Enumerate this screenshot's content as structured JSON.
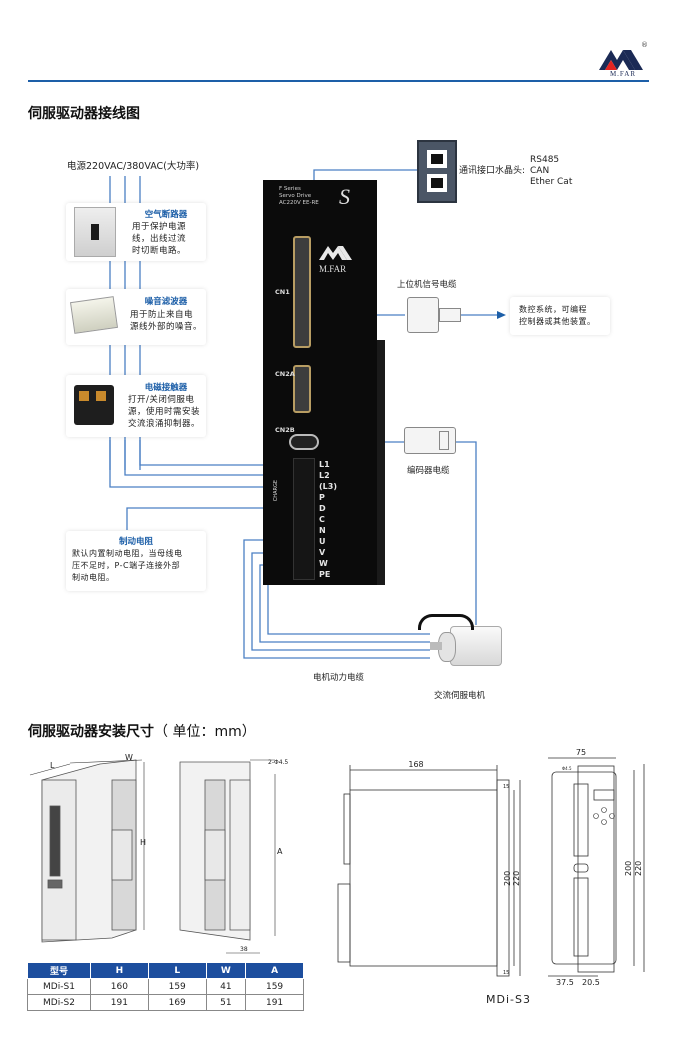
{
  "brand": {
    "name": "M.FAR",
    "registered": "®"
  },
  "colors": {
    "accent": "#1d5fa8",
    "table_header": "#1d4e9e",
    "logo_red": "#e32421",
    "logo_navy": "#1b2a55"
  },
  "wiring": {
    "title": "伺服驱动器接线图",
    "power_label": "电源220VAC/380VAC(大功率)",
    "components": [
      {
        "title": "空气断路器",
        "body": [
          "用于保护电源",
          "线，出线过流",
          "时切断电路。"
        ],
        "icon": "circuit-breaker-image"
      },
      {
        "title": "噪音滤波器",
        "body": [
          "用于防止来自电",
          "源线外部的噪音。"
        ],
        "icon": "noise-filter-image"
      },
      {
        "title": "电磁接触器",
        "body": [
          "打开/关闭伺服电",
          "源，使用时需安装",
          "交流浪涌抑制器。"
        ],
        "icon": "contactor-image"
      },
      {
        "title": "制动电阻",
        "body": [
          "默认内置制动电阻，当母线电",
          "压不足时，P-C端子连接外部",
          "制动电阻。"
        ],
        "icon": ""
      }
    ],
    "drive": {
      "series": "F Series",
      "subtitle": "Servo Drive",
      "rating": "AC220V  EE-RE",
      "model_letter": "S",
      "connectors": [
        "CN1",
        "CN2A",
        "CN2B"
      ],
      "charge_label": "CHARGE",
      "terminals": [
        "L1",
        "L2",
        "(L3)",
        "P",
        "D",
        "C",
        "N",
        "U",
        "V",
        "W",
        "PE"
      ]
    },
    "comm": {
      "label": "通讯接口水晶头:",
      "protocols": [
        "RS485",
        "CAN",
        "Ether Cat"
      ]
    },
    "host_cable_label": "上位机信号电缆",
    "host_device": [
      "数控系统，可编程",
      "控制器或其他装置。"
    ],
    "encoder_cable_label": "编码器电缆",
    "motor_cable_label": "电机动力电缆",
    "motor_label": "交流伺服电机"
  },
  "dimensions": {
    "title": "伺服驱动器安装尺寸",
    "unit": "（ 单位：mm）",
    "iso_labels": {
      "L": "L",
      "W": "W",
      "H": "H",
      "A": "A",
      "hole": "2-Φ4.5",
      "pitch": "38"
    },
    "table": {
      "headers": [
        "型号",
        "H",
        "L",
        "W",
        "A"
      ],
      "rows": [
        [
          "MDi-S1",
          "160",
          "159",
          "41",
          "159"
        ],
        [
          "MDi-S2",
          "191",
          "169",
          "51",
          "191"
        ]
      ]
    },
    "s3": {
      "side_depth": "168",
      "height_inner": "200",
      "height_outer": "220",
      "margin": "15",
      "front_width": "75",
      "hole": "Φ4.5",
      "offset_left": "37.5",
      "offset_right": "20.5",
      "caption": "MDi-S3"
    }
  }
}
